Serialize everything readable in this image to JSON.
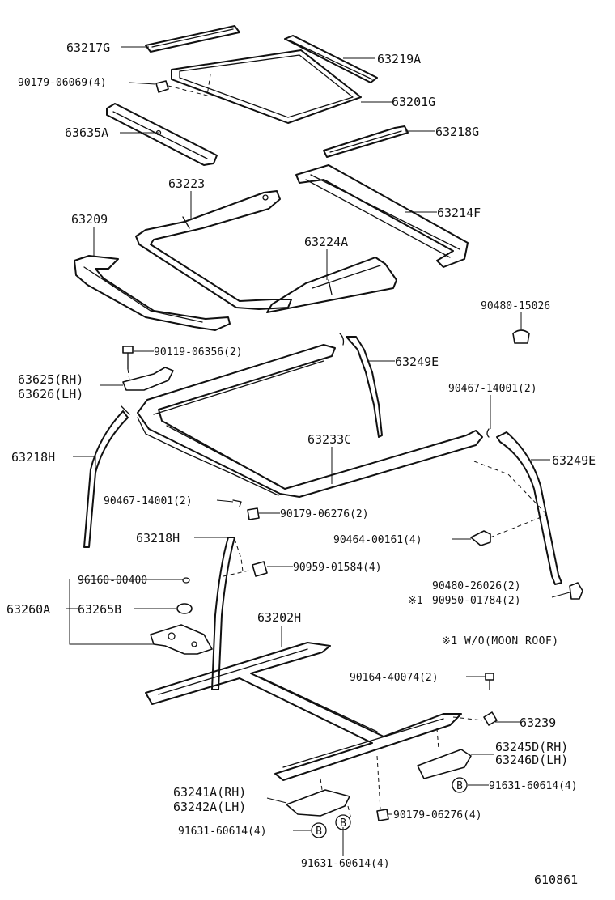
{
  "labels": {
    "p63217G": "63217G",
    "p63219A": "63219A",
    "p90179_06069": "90179-06069(4)",
    "p63201G": "63201G",
    "p63635A": "63635A",
    "p63218G": "63218G",
    "p63223": "63223",
    "p63209": "63209",
    "p63214F": "63214F",
    "p63224A": "63224A",
    "p90480_15026": "90480-15026",
    "p90119_06356": "90119-06356(2)",
    "p63249E_top": "63249E",
    "p63625": "63625(RH)",
    "p63626": "63626(LH)",
    "p90467_14001_right": "90467-14001(2)",
    "p63218H_left": "63218H",
    "p63233C": "63233C",
    "p63249E_right": "63249E",
    "p90467_14001_left": "90467-14001(2)",
    "p90179_06276_mid": "90179-06276(2)",
    "p63218H_mid": "63218H",
    "p90464_00161": "90464-00161(4)",
    "p90959_01584": "90959-01584(4)",
    "p96160_00400": "96160-00400",
    "p90480_26026": "90480-26026(2)",
    "p90950_01784": "90950-01784(2)",
    "mark_1": "※1",
    "p63260A": "63260A",
    "p63265B": "63265B",
    "p63202H": "63202H",
    "note_wo_moonroof": "※1 W/O(MOON ROOF)",
    "p90164_40074": "90164-40074(2)",
    "p63239": "63239",
    "p63245D": "63245D(RH)",
    "p63246D": "63246D(LH)",
    "p91631_60614_right": "91631-60614(4)",
    "p63241A": "63241A(RH)",
    "p63242A": "63242A(LH)",
    "p90179_06276_bottom": "90179-06276(4)",
    "p91631_60614_left": "91631-60614(4)",
    "p91631_60614_bottom": "91631-60614(4)",
    "ref_B": "B",
    "diagram_number": "610861"
  }
}
